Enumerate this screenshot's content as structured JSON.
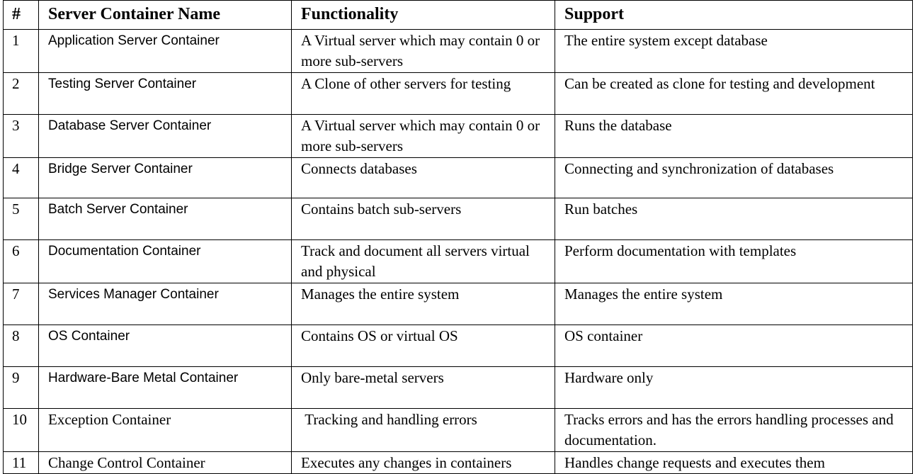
{
  "table": {
    "headers": [
      "#",
      "Server Container Name",
      "Functionality",
      "Support"
    ],
    "rows": [
      {
        "num": "1",
        "name": "Application Server Container",
        "functionality": "A Virtual server which may contain 0 or more sub-servers",
        "support": "The entire system except database"
      },
      {
        "num": "2",
        "name": "Testing Server Container",
        "functionality": "A Clone of other servers for testing",
        "support": "Can be created as clone for testing and development"
      },
      {
        "num": "3",
        "name": "Database Server Container",
        "functionality": "A Virtual server which may contain 0 or more sub-servers",
        "support": "Runs the database"
      },
      {
        "num": "4",
        "name": "Bridge Server Container",
        "functionality": "Connects databases",
        "support": "Connecting and synchronization of  databases"
      },
      {
        "num": "5",
        "name": "Batch Server Container",
        "functionality": "Contains batch sub-servers",
        "support": "Run batches"
      },
      {
        "num": "6",
        "name": "Documentation Container",
        "functionality": "Track and document all servers virtual and physical",
        "support": "Perform documentation  with templates"
      },
      {
        "num": "7",
        "name": "Services Manager Container",
        "functionality": "Manages the entire system",
        "support": "Manages the entire system"
      },
      {
        "num": "8",
        "name": "OS Container",
        "functionality": "Contains OS or virtual OS",
        "support": "OS container"
      },
      {
        "num": "9",
        "name": "Hardware-Bare Metal Container",
        "functionality": "Only bare-metal servers",
        "support": "Hardware only"
      },
      {
        "num": "10",
        "name": "Exception Container",
        "functionality": " Tracking and handling errors",
        "support": "Tracks errors and has the errors handling processes and documentation."
      },
      {
        "num": "11",
        "name": "Change Control Container",
        "functionality": "Executes any changes in containers",
        "support": "Handles change requests and executes them"
      }
    ]
  }
}
